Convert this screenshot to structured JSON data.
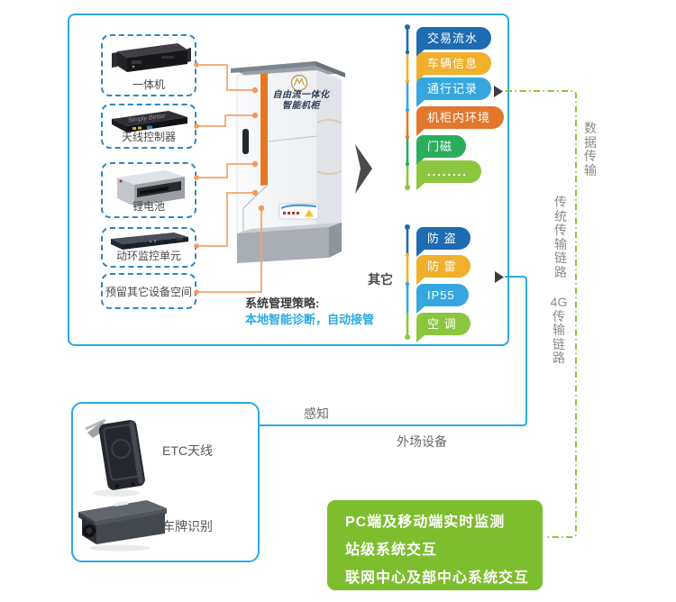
{
  "colors": {
    "panel_border": "#29abe2",
    "link_green": "#8cc63f",
    "connector_orange": "#f5a369",
    "monitor_box_bg": "#7dbe2e",
    "arrow_dark": "#4c4c4e"
  },
  "cabinet_panel": {
    "devices": [
      {
        "label": "一体机"
      },
      {
        "label": "天线控制器",
        "badge": "Simply Better"
      },
      {
        "label": "锂电池"
      },
      {
        "label": "动环监控单元"
      },
      {
        "label": "预留其它设备空间"
      }
    ],
    "cabinet": {
      "name_line1": "自由流一体化",
      "name_line2": "智能机柜"
    },
    "strategy_title": "系统管理策略:",
    "strategy_desc": "本地智能诊断，自动接管",
    "data_items": [
      {
        "label": "交易流水",
        "color": "#1e6bb2"
      },
      {
        "label": "车辆信息",
        "color": "#f0b02c"
      },
      {
        "label": "通行记录",
        "color": "#36a7de"
      },
      {
        "label": "机柜内环境",
        "color": "#e2772d"
      },
      {
        "label": "门磁",
        "color": "#2bad5c"
      },
      {
        "label": "........",
        "color": "#8cc63f"
      }
    ],
    "other_label": "其它",
    "other_items": [
      {
        "label": "防 盗",
        "color": "#1e6bb2"
      },
      {
        "label": "防 雷",
        "color": "#f0b02c"
      },
      {
        "label": "IP55",
        "color": "#36a7de"
      },
      {
        "label": "空 调",
        "color": "#8cc63f"
      }
    ]
  },
  "links": {
    "data_transport": "数据传输",
    "traditional_link": "传统传输链路",
    "lte_link": "4G传输链路",
    "sense_label": "感知",
    "field_label": "外场设备"
  },
  "field_panel": {
    "devices": [
      {
        "label": "ETC天线"
      },
      {
        "label": "车牌识别"
      }
    ]
  },
  "monitor_box": {
    "lines": [
      "PC端及移动端实时监测",
      "站级系统交互",
      "联网中心及部中心系统交互"
    ]
  }
}
